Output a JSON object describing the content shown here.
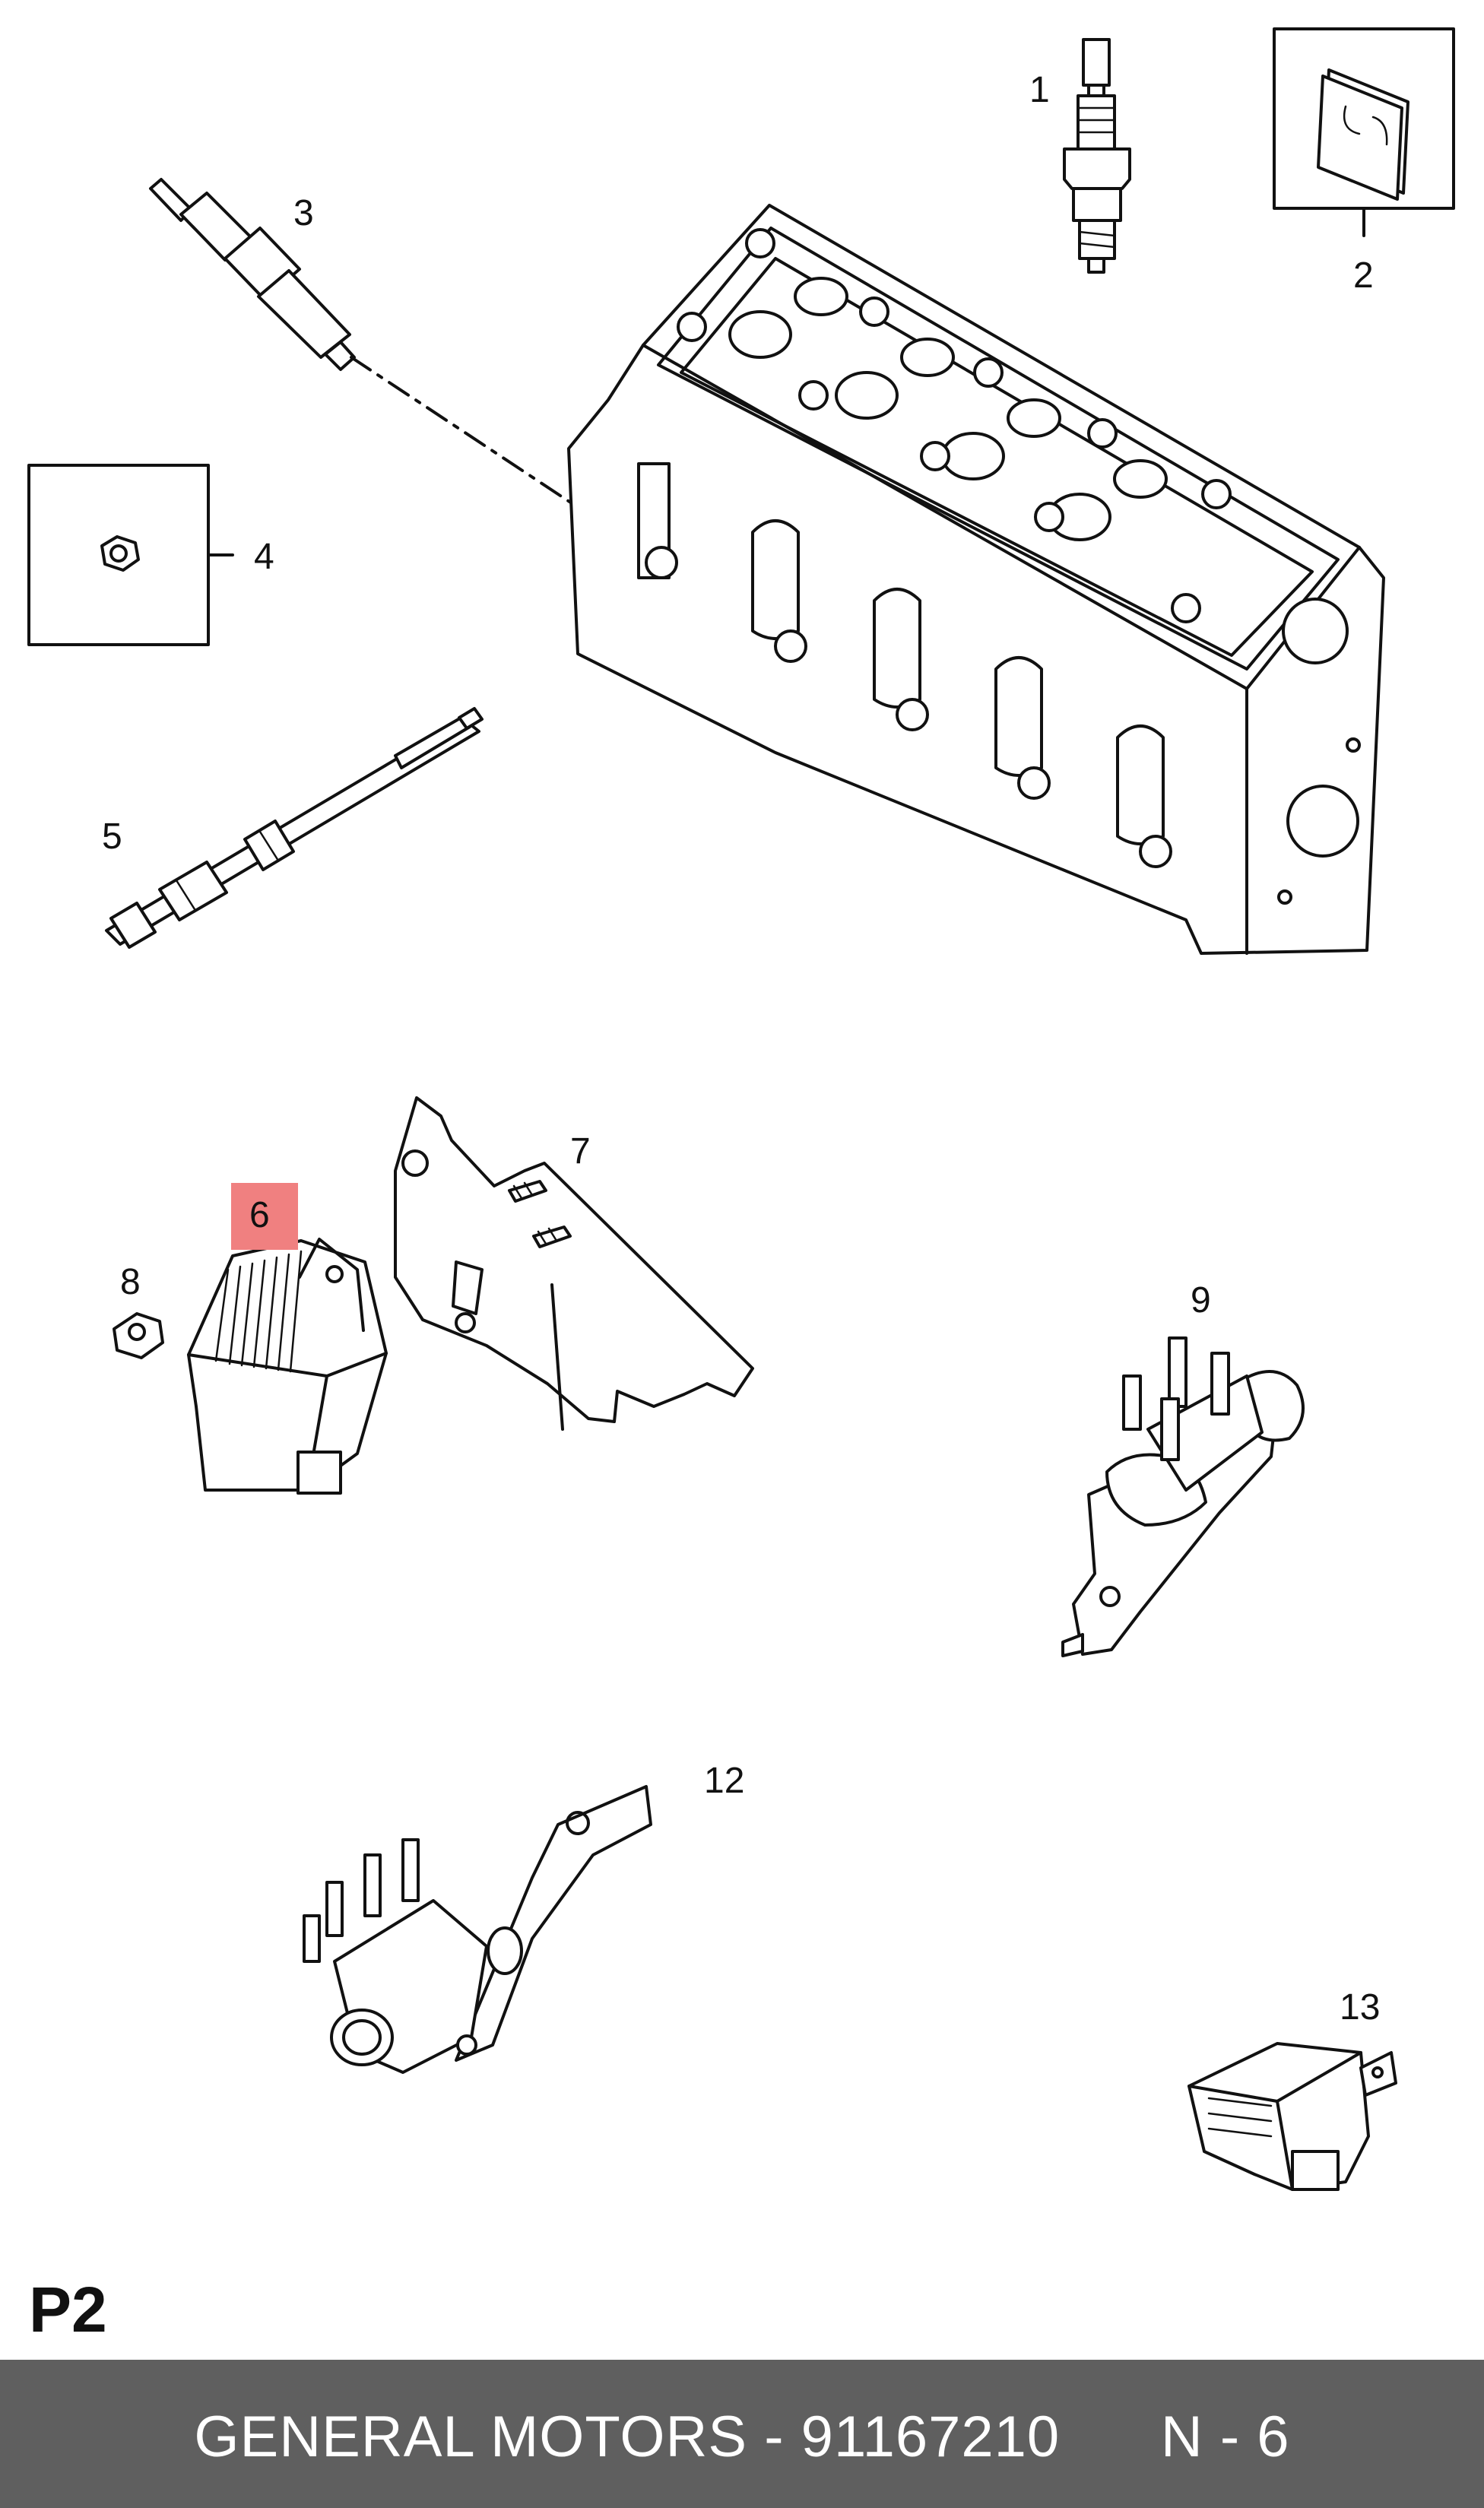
{
  "diagram": {
    "callouts": {
      "c1": "1",
      "c2": "2",
      "c3": "3",
      "c4": "4",
      "c5": "5",
      "c6": "6",
      "c7": "7",
      "c8": "8",
      "c9": "9",
      "c12": "12",
      "c13": "13"
    },
    "highlight_color": "#f08080",
    "highlighted_callout": "6"
  },
  "page_code": "P2",
  "footer": {
    "brand": "GENERAL MOTORS",
    "separator": "-",
    "part_number": "91167210",
    "ref": "N - 6"
  }
}
